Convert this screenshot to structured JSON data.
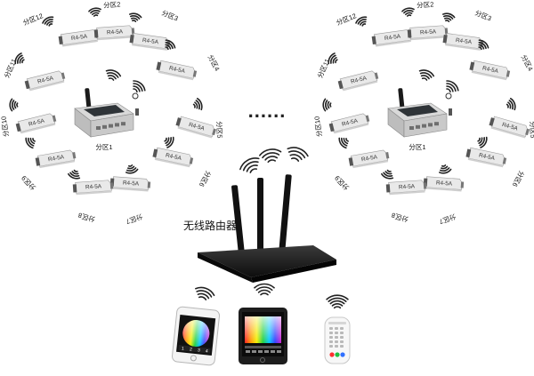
{
  "receiver_model": "R4-5A",
  "zone_labels": [
    "分区1",
    "分区2",
    "分区3",
    "分区4",
    "分区5",
    "分区6",
    "分区7",
    "分区8",
    "分区9",
    "分区10",
    "分区11",
    "分区12"
  ],
  "router_label": "无线路由器",
  "ellipsis": "......",
  "phone_keys": [
    "1",
    "2",
    "3",
    "4"
  ],
  "colors": {
    "device_body": "#e9e9e9",
    "device_edge": "#9a9a9a",
    "controller_dark": "#2f3438",
    "router_body": "#1c1c1c",
    "wave": "#222222",
    "text": "#111111"
  }
}
